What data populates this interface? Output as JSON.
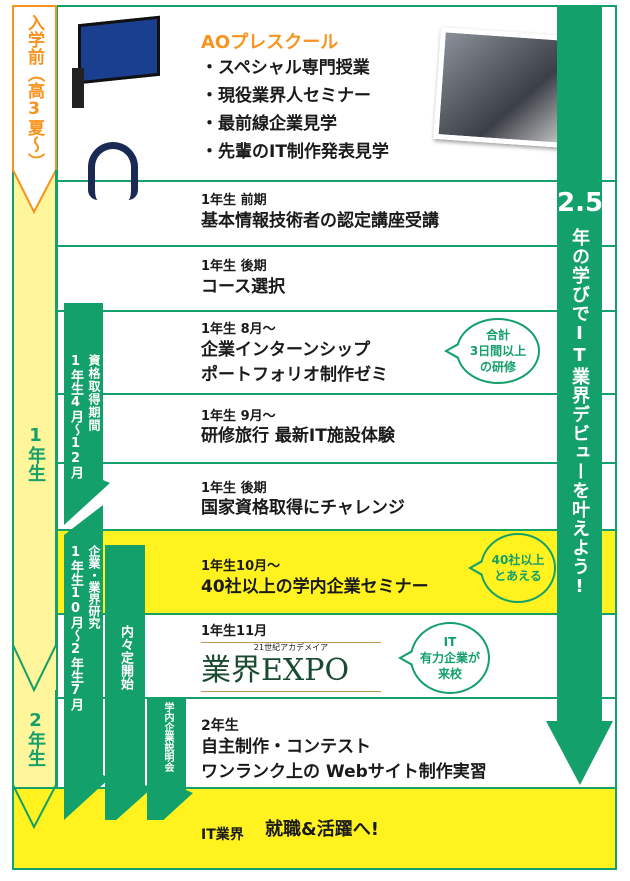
{
  "colors": {
    "green": "#14a06a",
    "yellow": "#fff21f",
    "light_yellow": "#fff59a",
    "orange": "#f7931e"
  },
  "left_column": {
    "pre": "入学前（高3夏〜）",
    "year1": "1年生",
    "year2": "2年生"
  },
  "rows": [
    {
      "title": "AOプレスクール",
      "items": [
        "・スペシャル専門授業",
        "・現役業界人セミナー",
        "・最前線企業見学",
        "・先輩のIT制作発表見学"
      ]
    },
    {
      "sub": "1年生 前期",
      "lines": [
        "基本情報技術者の認定講座受講"
      ]
    },
    {
      "sub": "1年生 後期",
      "lines": [
        "コース選択"
      ]
    },
    {
      "sub": "1年生 8月〜",
      "lines": [
        "企業インターンシップ",
        "ポートフォリオ制作ゼミ"
      ],
      "bubble": [
        "合計",
        "3日間以上",
        "の研修"
      ]
    },
    {
      "sub": "1年生 9月〜",
      "lines": [
        "研修旅行 最新IT施設体験"
      ]
    },
    {
      "sub": "1年生 後期",
      "lines": [
        "国家資格取得にチャレンジ"
      ]
    },
    {
      "sub": "1年生10月〜",
      "lines": [
        "40社以上の学内企業セミナー"
      ],
      "bubble": [
        "40社以上",
        "とあえる"
      ]
    },
    {
      "sub": "1年生11月",
      "logo": {
        "small": "21世紀アカデメイア",
        "main": "業界EXPO"
      },
      "bubble": [
        "IT",
        "有力企業が",
        "来校"
      ]
    },
    {
      "sub": "2年生",
      "lines": [
        "自主制作・コンテスト",
        "ワンランク上の Webサイト制作実習"
      ]
    },
    {
      "sub": "IT業界",
      "lines": [
        "就職&活躍へ!"
      ]
    }
  ],
  "bars": {
    "b1": {
      "title": "資格取得期間",
      "period": "1年生4月〜12月"
    },
    "b2": {
      "title": "企業・業界研究",
      "period": "1年生10月〜2年生7月"
    },
    "b3": {
      "title": "内々定開始"
    },
    "b4": {
      "title": "学内企業説明会"
    }
  },
  "right_arrow": {
    "number": "2.5",
    "text": "年の学びでIT業界デビューを叶えよう!"
  }
}
